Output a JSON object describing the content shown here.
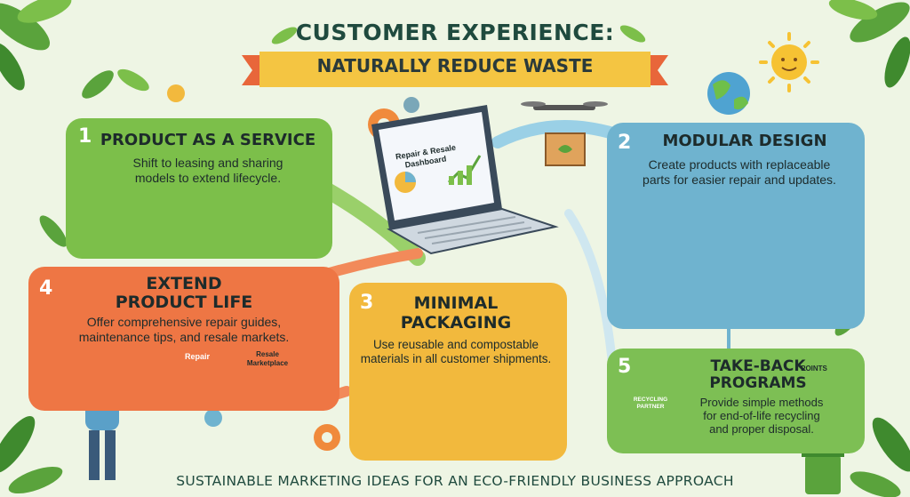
{
  "header": {
    "title": "CUSTOMER EXPERIENCE:",
    "subtitle": "NATURALLY REDUCE WASTE"
  },
  "steps": [
    {
      "number": "1",
      "title": "PRODUCT AS A SERVICE",
      "description_lines": [
        "Shift to leasing and sharing",
        "models to extend lifecycle."
      ]
    },
    {
      "number": "2",
      "title": "MODULAR DESIGN",
      "description_lines": [
        "Create products with replaceable",
        "parts for easier repair and updates."
      ]
    },
    {
      "number": "3",
      "title_lines": [
        "MINIMAL",
        "PACKAGING"
      ],
      "description_lines": [
        "Use reusable and compostable",
        "materials in all customer shipments."
      ]
    },
    {
      "number": "4",
      "title_lines": [
        "EXTEND",
        "PRODUCT LIFE"
      ],
      "description_lines": [
        "Offer comprehensive repair guides,",
        "maintenance tips, and resale markets."
      ]
    },
    {
      "number": "5",
      "title_lines": [
        "TAKE-BACK",
        "PROGRAMS"
      ],
      "description_lines": [
        "Provide simple methods",
        "for end-of-life recycling",
        "and proper disposal."
      ]
    }
  ],
  "laptop": {
    "screen_lines": [
      "Repair & Resale",
      "Dashboard"
    ]
  },
  "labels": {
    "repair_book": "Repair",
    "marketplace_lines": [
      "Resale",
      "Marketplace"
    ],
    "points_star": "POINTS",
    "recycling_bin_lines": [
      "RECYCLING",
      "PARTNER"
    ]
  },
  "footer": "SUSTAINABLE MARKETING IDEAS FOR AN ECO-FRIENDLY BUSINESS APPROACH",
  "colors": {
    "background": "#eef5e4",
    "step1": "#7cbf4a",
    "step2": "#6fb3cf",
    "step3": "#f2b93d",
    "step4": "#ee7644",
    "step5": "#7dbf54",
    "ribbon": "#f4c542",
    "ribbon_ends": "#e8663a",
    "title_text": "#1f4a3e"
  }
}
